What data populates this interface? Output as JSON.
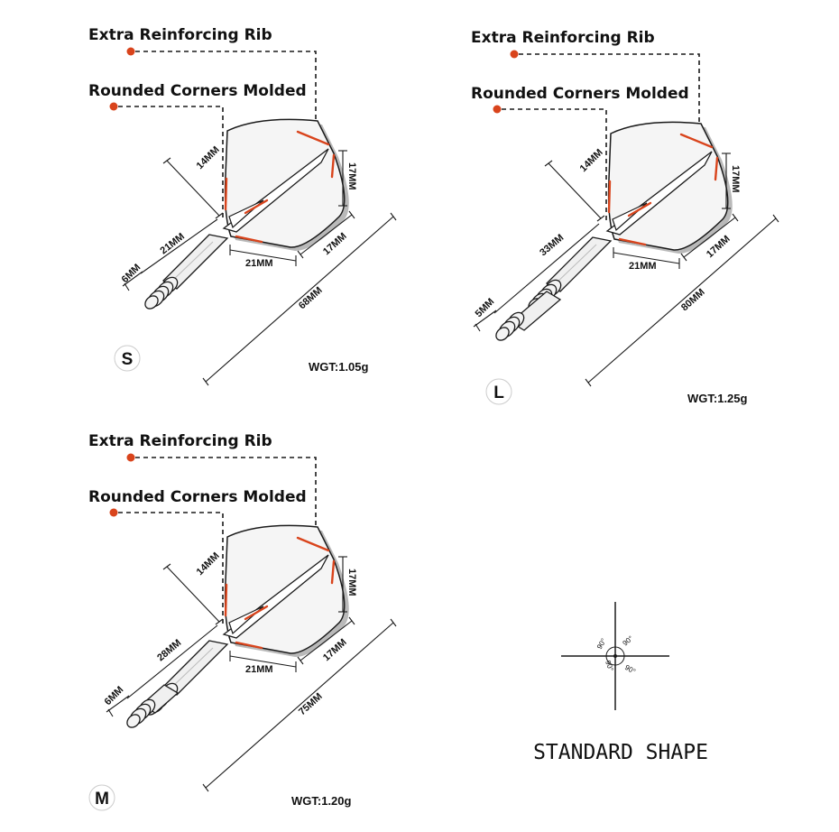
{
  "labels": {
    "rib": "Extra Reinforcing Rib",
    "corners": "Rounded Corners Molded"
  },
  "colors": {
    "accent": "#d9441c",
    "outline": "#1a1a1a",
    "flight_fill": "#f5f5f5"
  },
  "darts": [
    {
      "size": "S",
      "weight": "WGT:1.05g",
      "dims": {
        "shaft": "21MM",
        "thread": "6MM",
        "total": "68MM",
        "top": "14MM",
        "side": "17MM",
        "bottom": "21MM",
        "tail": "17MM"
      }
    },
    {
      "size": "L",
      "weight": "WGT:1.25g",
      "dims": {
        "shaft": "33MM",
        "thread": "5MM",
        "total": "80MM",
        "top": "14MM",
        "side": "17MM",
        "bottom": "21MM",
        "tail": "17MM"
      }
    },
    {
      "size": "M",
      "weight": "WGT:1.20g",
      "dims": {
        "shaft": "28MM",
        "thread": "6MM",
        "total": "75MM",
        "top": "14MM",
        "side": "17MM",
        "bottom": "21MM",
        "tail": "17MM"
      }
    }
  ],
  "standard": {
    "title": "STANDARD SHAPE",
    "angles": [
      "90°",
      "90°",
      "90°",
      "90°"
    ]
  }
}
